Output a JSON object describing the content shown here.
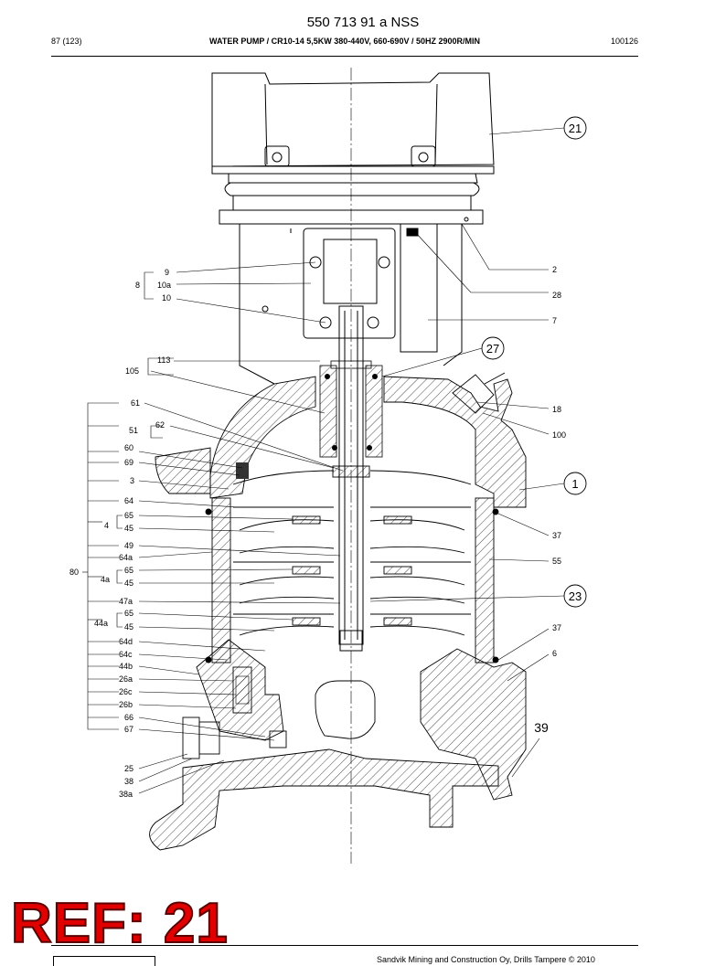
{
  "header": {
    "doc_number": "550 713 91 a NSS",
    "page": "87 (123)",
    "title": "WATER PUMP / CR10-14 5,5KW 380-440V, 660-690V / 50HZ 2900R/MIN",
    "code": "100126"
  },
  "callouts": {
    "c21": "21",
    "c27": "27",
    "c1": "1",
    "c23": "23",
    "c39": "39"
  },
  "labels_right": {
    "l2": "2",
    "l28": "28",
    "l7": "7",
    "l18": "18",
    "l100": "100",
    "l37a": "37",
    "l55": "55",
    "l37b": "37",
    "l6": "6"
  },
  "labels_left": {
    "l9": "9",
    "l8": "8",
    "l10a": "10a",
    "l10": "10",
    "l113": "113",
    "l105": "105",
    "l61": "61",
    "l62": "62",
    "l51": "51",
    "l60": "60",
    "l69": "69",
    "l3": "3",
    "l64": "64",
    "l65a": "65",
    "l4": "4",
    "l45a": "45",
    "l49": "49",
    "l64a": "64a",
    "l80": "80",
    "l65b": "65",
    "l4a": "4a",
    "l45b": "45",
    "l47a": "47a",
    "l65c": "65",
    "l44a": "44a",
    "l45c": "45",
    "l64d": "64d",
    "l64c": "64c",
    "l44b": "44b",
    "l26a": "26a",
    "l26c": "26c",
    "l26b": "26b",
    "l66": "66",
    "l67": "67",
    "l25": "25",
    "l38": "38",
    "l38a": "38a"
  },
  "stamp": {
    "text": "REF: 21"
  },
  "footer": {
    "text": "Sandvik Mining and Construction Oy, Drills Tampere © 2010"
  }
}
